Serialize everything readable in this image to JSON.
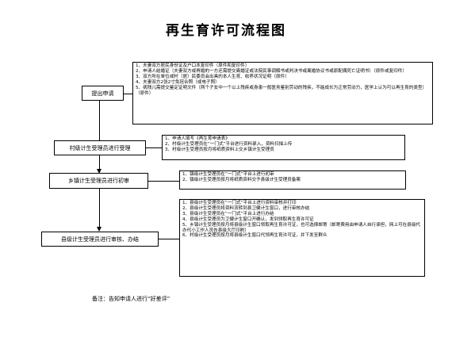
{
  "title": "再生育许可流程图",
  "steps": [
    {
      "label": "提出申请"
    },
    {
      "label": "村级计生受理员进行受理"
    },
    {
      "label": "乡镇计生受理员进行初审"
    },
    {
      "label": "县级计生受理员进行审核、办结"
    }
  ],
  "notes": [
    [
      "1、夫妻双方居民身份证及户口本复印件（原件和复印件）",
      "2、申请人结婚证（夫妻双方或再婚的一方还需提交离婚证或法院民事调解书或判决书或离婚协议书或原配偶死亡证明书）（原件或复印件）",
      "3、双方所在单位或村（居）民委员会出具的本人生育、收养状况证明（原件）",
      "4、夫妻双方2张2寸免冠合照（或电子照）",
      "5、病残儿需提交鉴定证明文件（两个子女中一个以上残疾或身患一般医务鉴别劳动的残疾，不能成长为正常劳动力，医学上认为可以再生育的类型）（原件）"
    ],
    [
      "1、申请人填写《再生育申请表》",
      "2、村级计生受理员在“一门式”平台进行资料录入，资料扫描上传",
      "3、村级计生受理员按月将纸质资料上交乡镇计生受理员"
    ],
    [
      "1、镇级计生受理员在“一门式”平台上进行初审",
      "2、镇级计生受理员按月将纸质资料交予县级计生受理员备案"
    ],
    [
      "1、县级计生受理员在“一门式”平台上进行资料审核并打印",
      "2、县级计生受理员将资料流转到县卫健计生窗口，进行审核办结",
      "3、县级计生受理员在“一门式”平台上进行办结",
      "4、县级计生受理员为卫健计生窗口开确认，发到领取再生育许可证",
      "5、乡镇计生受理员按月将县级计生窗口领取再生育许可证，也可选择邮寄（邮寄费用由申请人自行承担，网上可在县级代办代小工作人员告县级大厅印刷）",
      "6、村级计生受理员按月将县级计生窗口代领再生育许可证，并下发至群众"
    ]
  ],
  "footnote": "备注：告知申请人进行“好差评”"
}
